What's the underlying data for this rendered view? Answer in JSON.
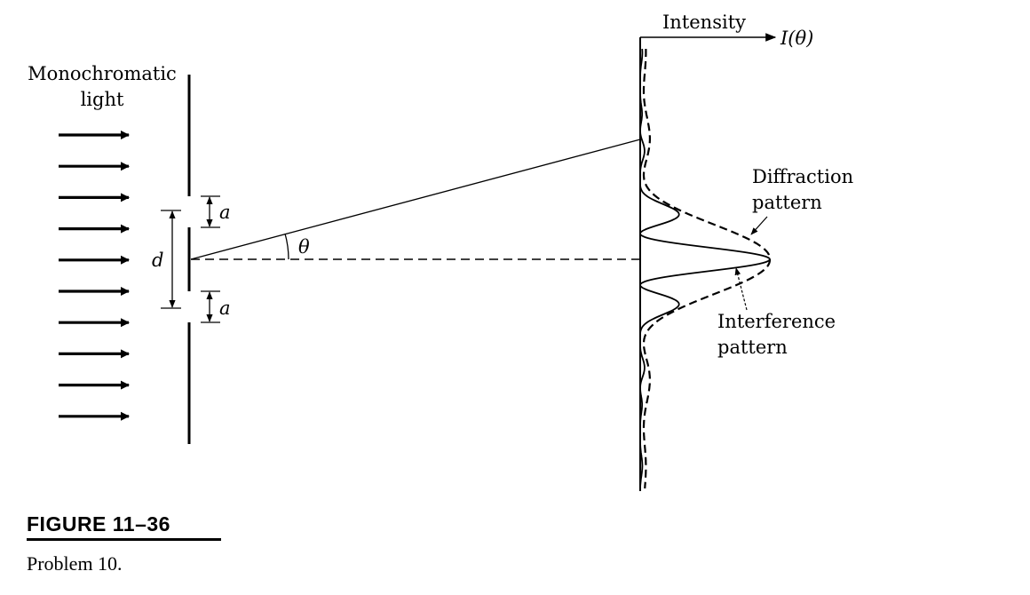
{
  "labels": {
    "light_line1": "Monochromatic",
    "light_line2": "light",
    "slit_width_top": "a",
    "slit_width_bottom": "a",
    "slit_separation": "d",
    "angle": "θ",
    "intensity_axis": "Intensity",
    "intensity_function": "I(θ)",
    "diffraction_line1": "Diffraction",
    "diffraction_line2": "pattern",
    "interference_line1": "Interference",
    "interference_line2": "pattern"
  },
  "caption": {
    "figure_number": "FIGURE 11–36",
    "text": "Problem 10."
  },
  "colors": {
    "ink": "#000000",
    "background": "#ffffff"
  }
}
